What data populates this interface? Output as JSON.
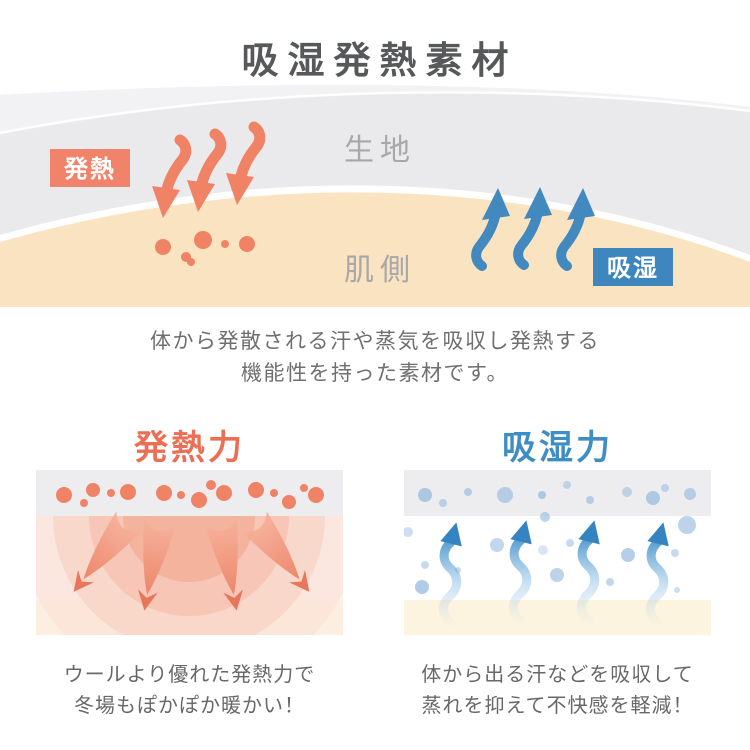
{
  "page": {
    "title": "吸湿発熱素材",
    "background": "#FFFFFF"
  },
  "diagram": {
    "fabric_label": "生地",
    "skin_label": "肌側",
    "heat_badge": "発熱",
    "absorb_badge": "吸湿",
    "colors": {
      "heat_accent": "#F08365",
      "absorb_accent": "#3D87BE",
      "fabric_band": "#EAEAEC",
      "skin_band": "#FAE3C1"
    }
  },
  "description": {
    "line1": "体から発散される汗や蒸気を吸収し発熱する",
    "line2": "機能性を持った素材です。"
  },
  "sections": [
    {
      "title": "発熱力",
      "accent": "#EC6E55",
      "caption_line1": "ウールより優れた発熱力で",
      "caption_line2": "冬場もぽかぽか暖かい！"
    },
    {
      "title": "吸湿力",
      "accent": "#3E8EC5",
      "caption_line1": "体から出る汗などを吸収して",
      "caption_line2": "蒸れを抑えて不快感を軽減！"
    }
  ]
}
